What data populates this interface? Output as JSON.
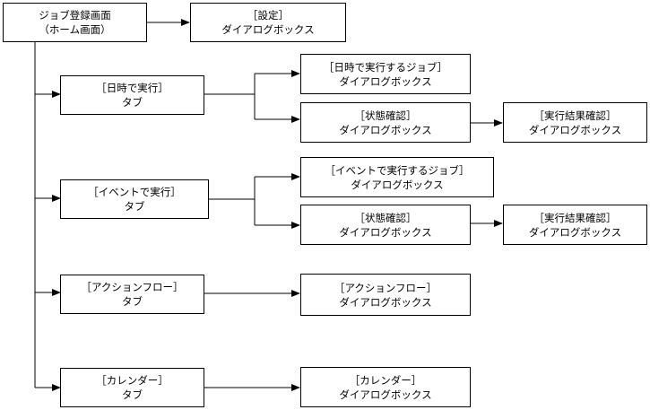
{
  "nodes": {
    "home": {
      "line1": "ジョブ登録画面",
      "line2": "（ホーム画面）"
    },
    "settings": {
      "line1": "［設定］",
      "line2": "ダイアログボックス"
    },
    "tab_datetime": {
      "line1": "［日時で実行］",
      "line2": "タブ"
    },
    "dlg_datetime_job": {
      "line1": "［日時で実行するジョブ］",
      "line2": "ダイアログボックス"
    },
    "dlg_status_1": {
      "line1": "［状態確認］",
      "line2": "ダイアログボックス"
    },
    "dlg_result_1": {
      "line1": "［実行結果確認］",
      "line2": "ダイアログボックス"
    },
    "tab_event": {
      "line1": "［イベントで実行］",
      "line2": "タブ"
    },
    "dlg_event_job": {
      "line1": "［イベントで実行するジョブ］",
      "line2": "ダイアログボックス"
    },
    "dlg_status_2": {
      "line1": "［状態確認］",
      "line2": "ダイアログボックス"
    },
    "dlg_result_2": {
      "line1": "［実行結果確認］",
      "line2": "ダイアログボックス"
    },
    "tab_action_flow": {
      "line1": "［アクションフロー］",
      "line2": "タブ"
    },
    "dlg_action_flow": {
      "line1": "［アクションフロー］",
      "line2": "ダイアログボックス"
    },
    "tab_calendar": {
      "line1": "［カレンダー］",
      "line2": "タブ"
    },
    "dlg_calendar": {
      "line1": "［カレンダー］",
      "line2": "ダイアログボックス"
    }
  },
  "colors": {
    "line": "#000000",
    "box_fill": "#ffffff"
  }
}
